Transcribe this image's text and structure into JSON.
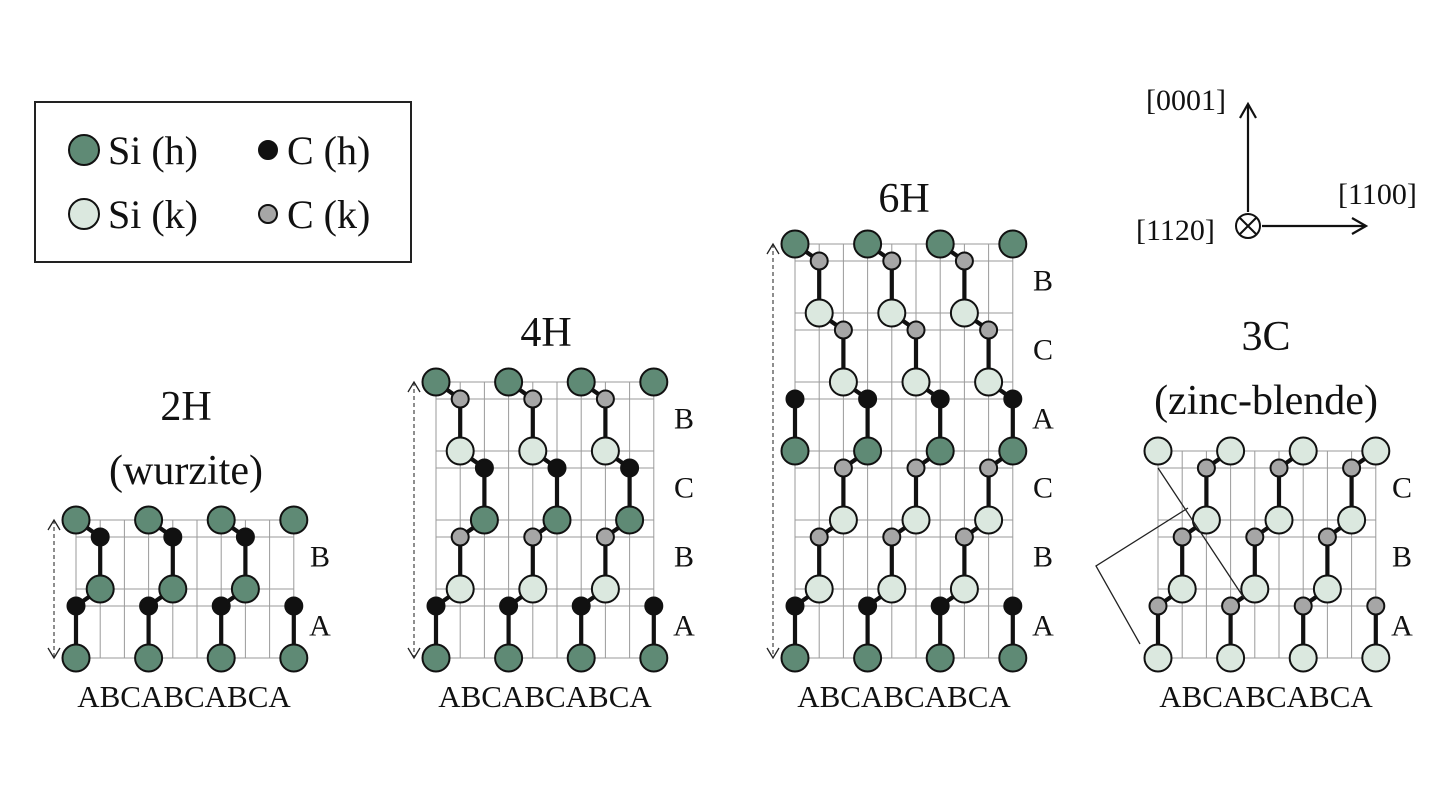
{
  "colors": {
    "si_h": "#5f8a75",
    "si_k": "#dbe8df",
    "c_h": "#111111",
    "c_k": "#a6a6a6"
  },
  "legend": {
    "si_h": "Si (h)",
    "c_h": "C (h)",
    "si_k": "Si (k)",
    "c_k": "C (k)"
  },
  "axes": {
    "up": "[0001]",
    "right": "[1100]",
    "into": "[1120]",
    "into_symbol": "⊗"
  },
  "polytypes": [
    {
      "id": "2H",
      "title": "2H",
      "subtitle": "(wurzite)",
      "sequence": "ABCABCABCA",
      "layers": [
        "B",
        "A"
      ],
      "repeat_letters": "A B"
    },
    {
      "id": "4H",
      "title": "4H",
      "subtitle": "",
      "sequence": "ABCABCABCA",
      "layers": [
        "B",
        "C",
        "B",
        "A"
      ],
      "repeat_letters": "A B C B"
    },
    {
      "id": "6H",
      "title": "6H",
      "subtitle": "",
      "sequence": "ABCABCABCA",
      "layers": [
        "B",
        "C",
        "A",
        "C",
        "B",
        "A"
      ],
      "repeat_letters": "A B C A C B"
    },
    {
      "id": "3C",
      "title": "3C",
      "subtitle": "(zinc-blende)",
      "sequence": "ABCABCABCA",
      "layers": [
        "C",
        "B",
        "A"
      ],
      "repeat_letters": "A B C"
    }
  ]
}
